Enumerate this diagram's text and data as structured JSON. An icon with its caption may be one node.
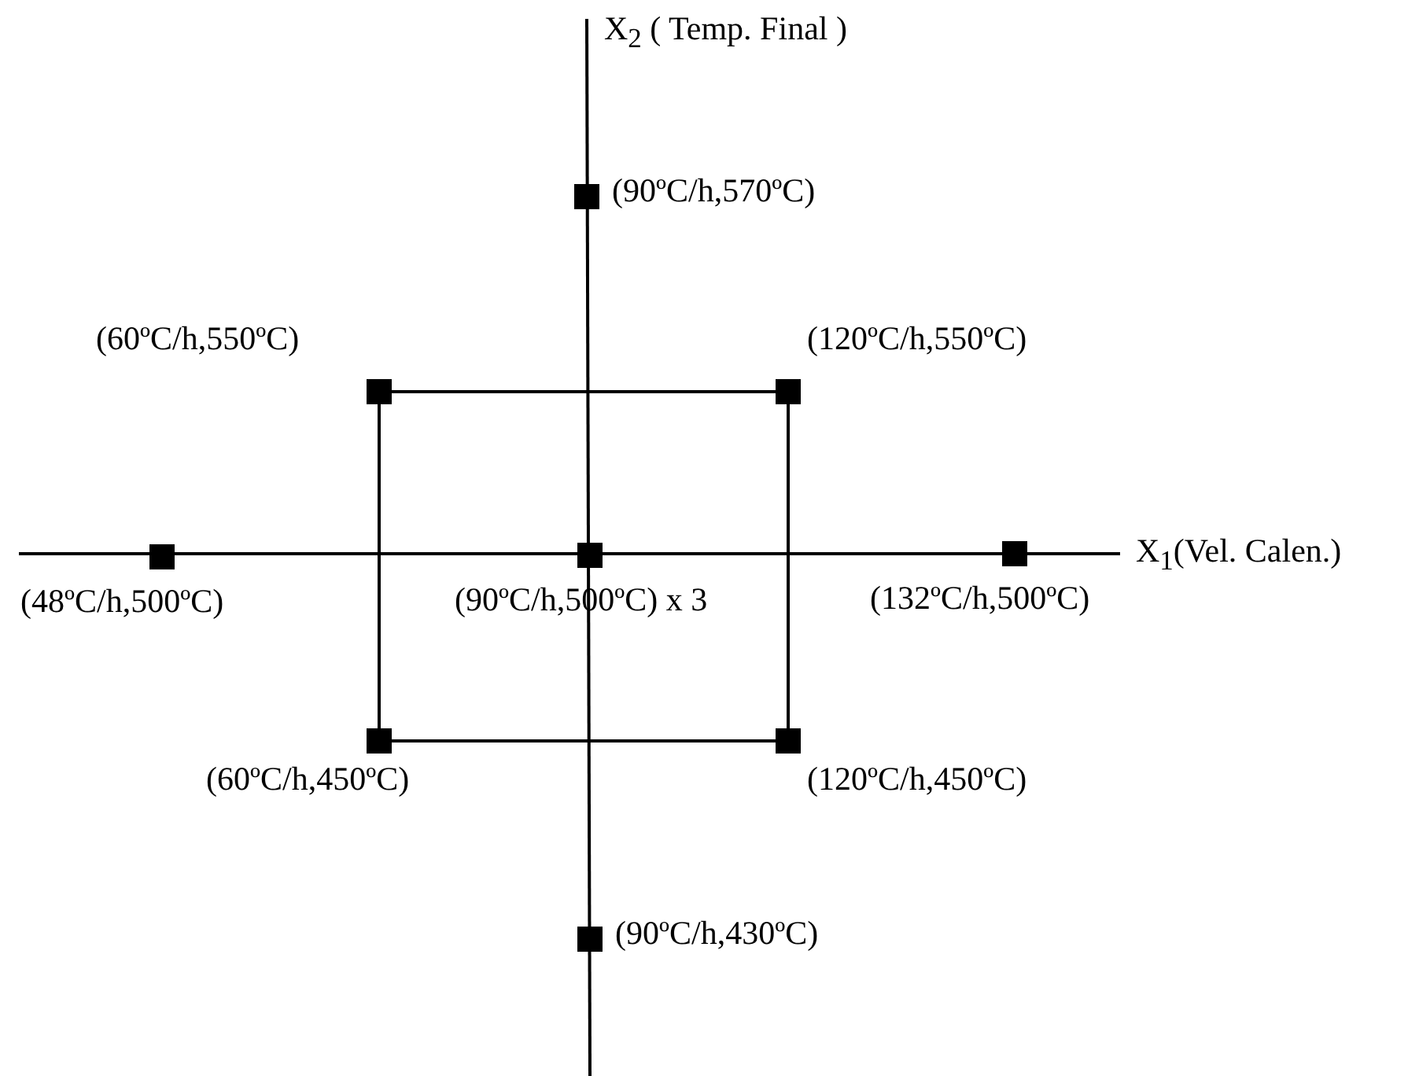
{
  "diagram": {
    "nodes": [
      {
        "text": [],
        "shape": "box",
        "beside": [
          "(90ºC/h,570ºC)"
        ]
      },
      {
        "text": [],
        "shape": "box",
        "beside": [
          "(60ºC/h,550ºC)"
        ]
      },
      {
        "text": [],
        "shape": "box",
        "beside": [
          "(120ºC/h,550ºC)"
        ]
      },
      {
        "text": [],
        "shape": "box",
        "beside": [
          "(48ºC/h,500ºC)"
        ]
      },
      {
        "text": [],
        "shape": "box",
        "beside": [
          "(90ºC/h,500ºC) x 3"
        ]
      },
      {
        "text": [],
        "shape": "box",
        "beside": [
          "(132ºC/h,500ºC)"
        ]
      },
      {
        "text": [],
        "shape": "box",
        "beside": [
          "(60ºC/h,450ºC)"
        ]
      },
      {
        "text": [],
        "shape": "box",
        "beside": [
          "(120ºC/h,450ºC)"
        ]
      },
      {
        "text": [],
        "shape": "box",
        "beside": [
          "(90ºC/h,430ºC)"
        ]
      }
    ],
    "edges": [
      {
        "from": 1,
        "to": 2,
        "arrow": "none"
      },
      {
        "from": 1,
        "to": 6,
        "arrow": "none"
      },
      {
        "from": 2,
        "to": 7,
        "arrow": "none"
      },
      {
        "from": 6,
        "to": 7,
        "arrow": "none"
      }
    ],
    "labels": [
      "X$_{2}$ ( Temp. Final )",
      "X$_{1}$(Vel. Calen.)"
    ]
  }
}
